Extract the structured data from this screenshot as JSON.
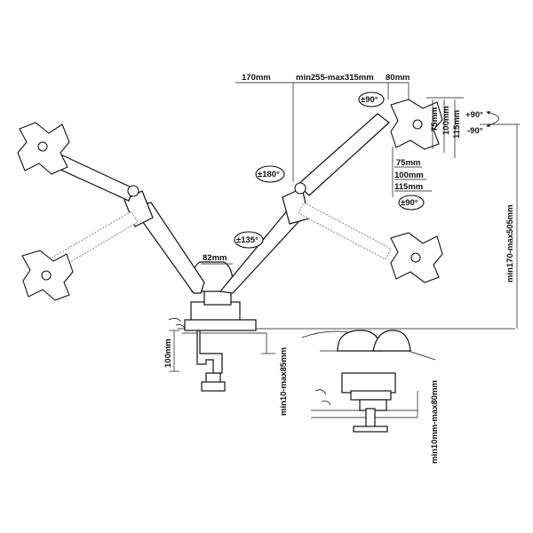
{
  "dimensions": {
    "arm_reach_left": "170mm",
    "arm_reach_range": "min255-max315mm",
    "arm_offset": "80mm",
    "vesa_75": "75mm",
    "vesa_100": "100mm",
    "vesa_115": "115mm",
    "column_width": "82mm",
    "base_height": "100mm",
    "height_range": "min170-max505mm",
    "clamp_range": "min10-max85mm",
    "grommet_range": "min10mm-max80mm"
  },
  "rotations": {
    "tilt_up": "+90°",
    "tilt_down": "-90°",
    "swivel_top": "±90°",
    "swivel_bottom": "±90°",
    "arm_swivel": "±180°",
    "joint_swivel": "±135°"
  }
}
